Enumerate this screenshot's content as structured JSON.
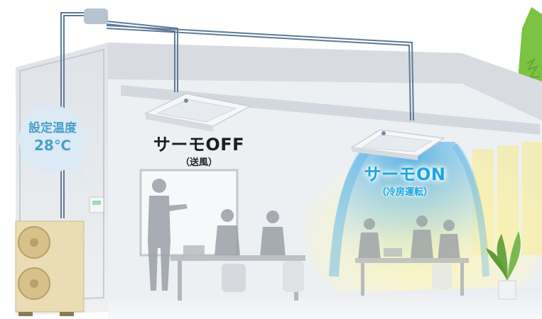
{
  "room_left": {
    "thermostat_bubble": {
      "line1": "設定温度",
      "line2": "28℃"
    },
    "unit_status": "サーモOFF",
    "unit_mode": "（送風）"
  },
  "room_right": {
    "unit_status": "サーモON",
    "unit_mode": "（冷房運転）"
  },
  "colors": {
    "cool_air": "#1aa6e2",
    "warm_light": "#fff6b0",
    "bubble": "#dbeaf5",
    "tree": "#7cc243",
    "outdoor_unit": "#eadcb5"
  }
}
